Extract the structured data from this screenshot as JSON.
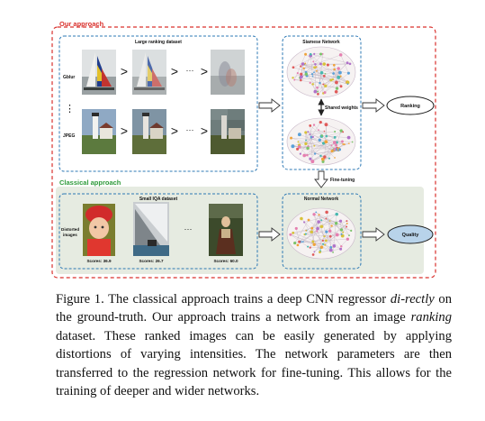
{
  "figure": {
    "our_approach_label": "Our approach",
    "classical_approach_label": "Classical approach",
    "large_dataset_title": "Large ranking dataset",
    "small_dataset_title": "Small IQA dataset",
    "gblur_label": "Gblur",
    "jpeg_label": "JPEG",
    "greater_than": ">",
    "ellipsis": "···",
    "vertical_ellipsis": "⋮",
    "siamese_network_title": "Siamese Network",
    "shared_weights_label": "Shared weights",
    "ranking_label": "Ranking",
    "fine_tuning_label": "Fine-tuning",
    "normal_network_title": "Normal Network",
    "distorted_images_label_line1": "Distorted",
    "distorted_images_label_line2": "images",
    "quality_label": "Quality",
    "scores": [
      "Scores: 36.9",
      "Scores: 26.7",
      "Scores: 60.0"
    ]
  },
  "caption": {
    "prefix": "Figure 1. The classical approach trains a deep CNN regressor ",
    "em1": "di-rectly",
    "mid1": " on the ground-truth. Our approach trains a network from an image ",
    "em2": "ranking",
    "suffix": " dataset. These ranked images can be easily generated by applying distortions of varying intensities. The network parameters are then transferred to the regression network for fine-tuning. This allows for the training of deeper and wider networks."
  },
  "colors": {
    "our_approach_red": "#d9302c",
    "classical_green": "#2e9a3a",
    "dashed_blue": "#2c78b4",
    "classical_panel_bg": "#e6ebe1",
    "quality_fill": "#b8d3ea"
  }
}
